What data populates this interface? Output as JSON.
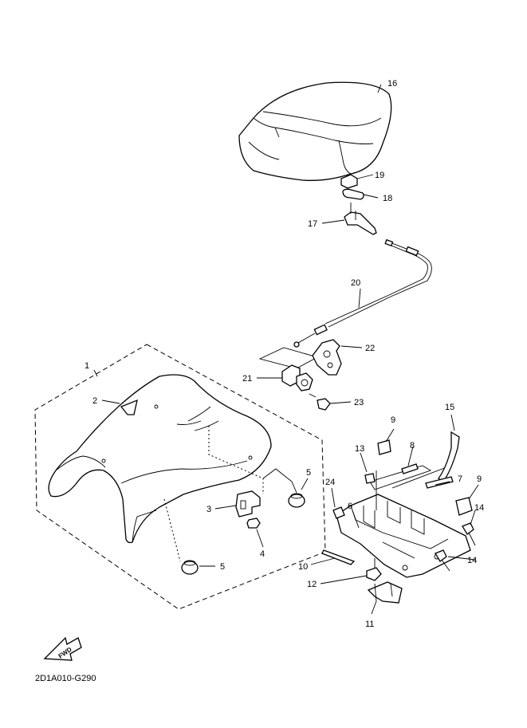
{
  "callouts": [
    {
      "id": "c1",
      "text": "1"
    },
    {
      "id": "c2",
      "text": "2"
    },
    {
      "id": "c3",
      "text": "3"
    },
    {
      "id": "c4",
      "text": "4"
    },
    {
      "id": "c5a",
      "text": "5"
    },
    {
      "id": "c5b",
      "text": "5"
    },
    {
      "id": "c6",
      "text": "6"
    },
    {
      "id": "c7",
      "text": "7"
    },
    {
      "id": "c8",
      "text": "8"
    },
    {
      "id": "c9a",
      "text": "9"
    },
    {
      "id": "c9b",
      "text": "9"
    },
    {
      "id": "c10",
      "text": "10"
    },
    {
      "id": "c11",
      "text": "11"
    },
    {
      "id": "c12",
      "text": "12"
    },
    {
      "id": "c13",
      "text": "13"
    },
    {
      "id": "c14a",
      "text": "14"
    },
    {
      "id": "c14b",
      "text": "14"
    },
    {
      "id": "c15",
      "text": "15"
    },
    {
      "id": "c16",
      "text": "16"
    },
    {
      "id": "c17",
      "text": "17"
    },
    {
      "id": "c18",
      "text": "18"
    },
    {
      "id": "c19",
      "text": "19"
    },
    {
      "id": "c20",
      "text": "20"
    },
    {
      "id": "c21",
      "text": "21"
    },
    {
      "id": "c22",
      "text": "22"
    },
    {
      "id": "c23",
      "text": "23"
    },
    {
      "id": "c24",
      "text": "24"
    }
  ],
  "fwd_badge": "FWD",
  "diagram_code": "2D1A010-G290"
}
